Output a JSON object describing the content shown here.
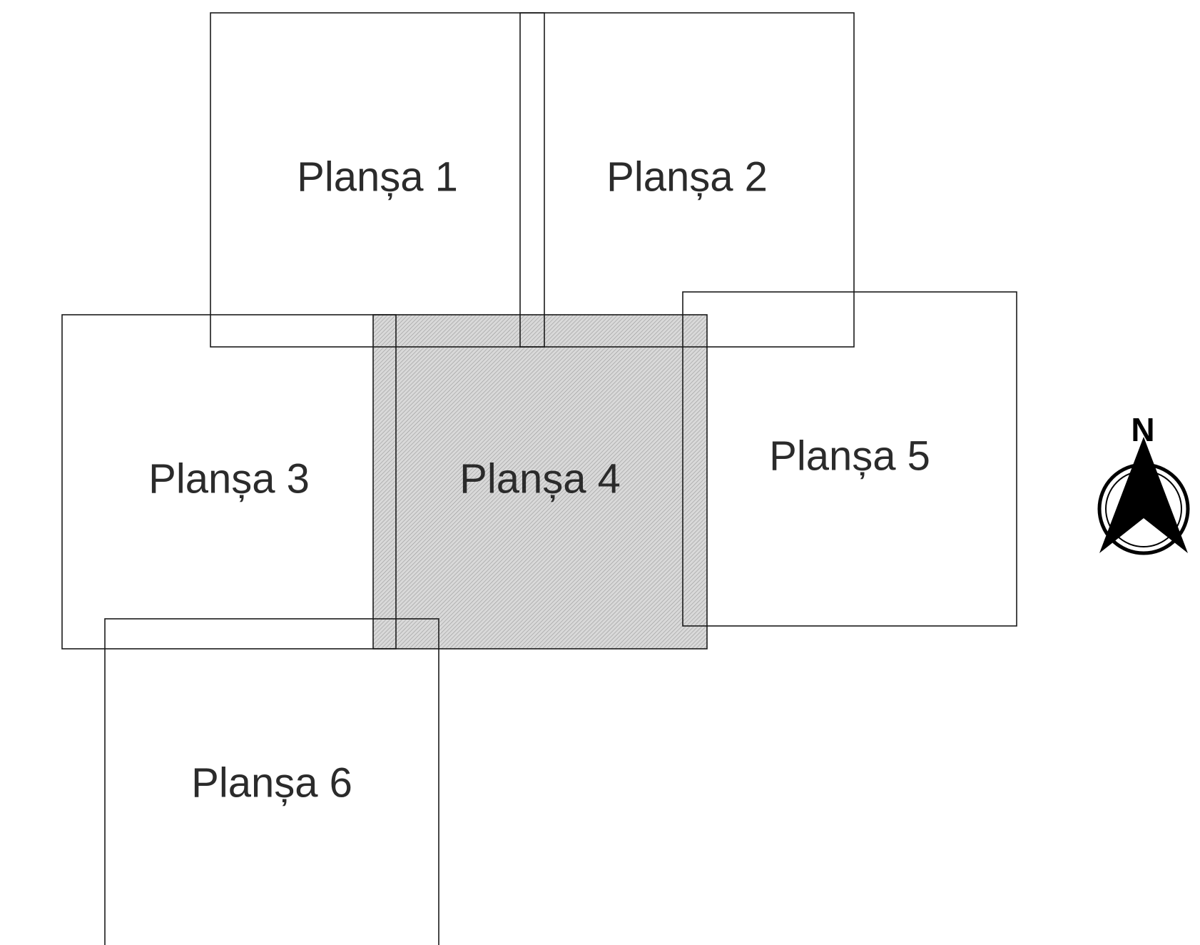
{
  "sheets": [
    {
      "label": "Planșa 1",
      "highlighted": false
    },
    {
      "label": "Planșa 2",
      "highlighted": false
    },
    {
      "label": "Planșa 3",
      "highlighted": false
    },
    {
      "label": "Planșa 4",
      "highlighted": true
    },
    {
      "label": "Planșa 5",
      "highlighted": false
    },
    {
      "label": "Planșa 6",
      "highlighted": false
    }
  ],
  "north_arrow": {
    "letter": "N",
    "icon": "north-arrow-icon"
  },
  "colors": {
    "outline": "#1a1a1a",
    "label": "#2b2b2b",
    "highlight_fill": "#d9d9d9",
    "highlight_hatch": "#9a9a9a"
  }
}
